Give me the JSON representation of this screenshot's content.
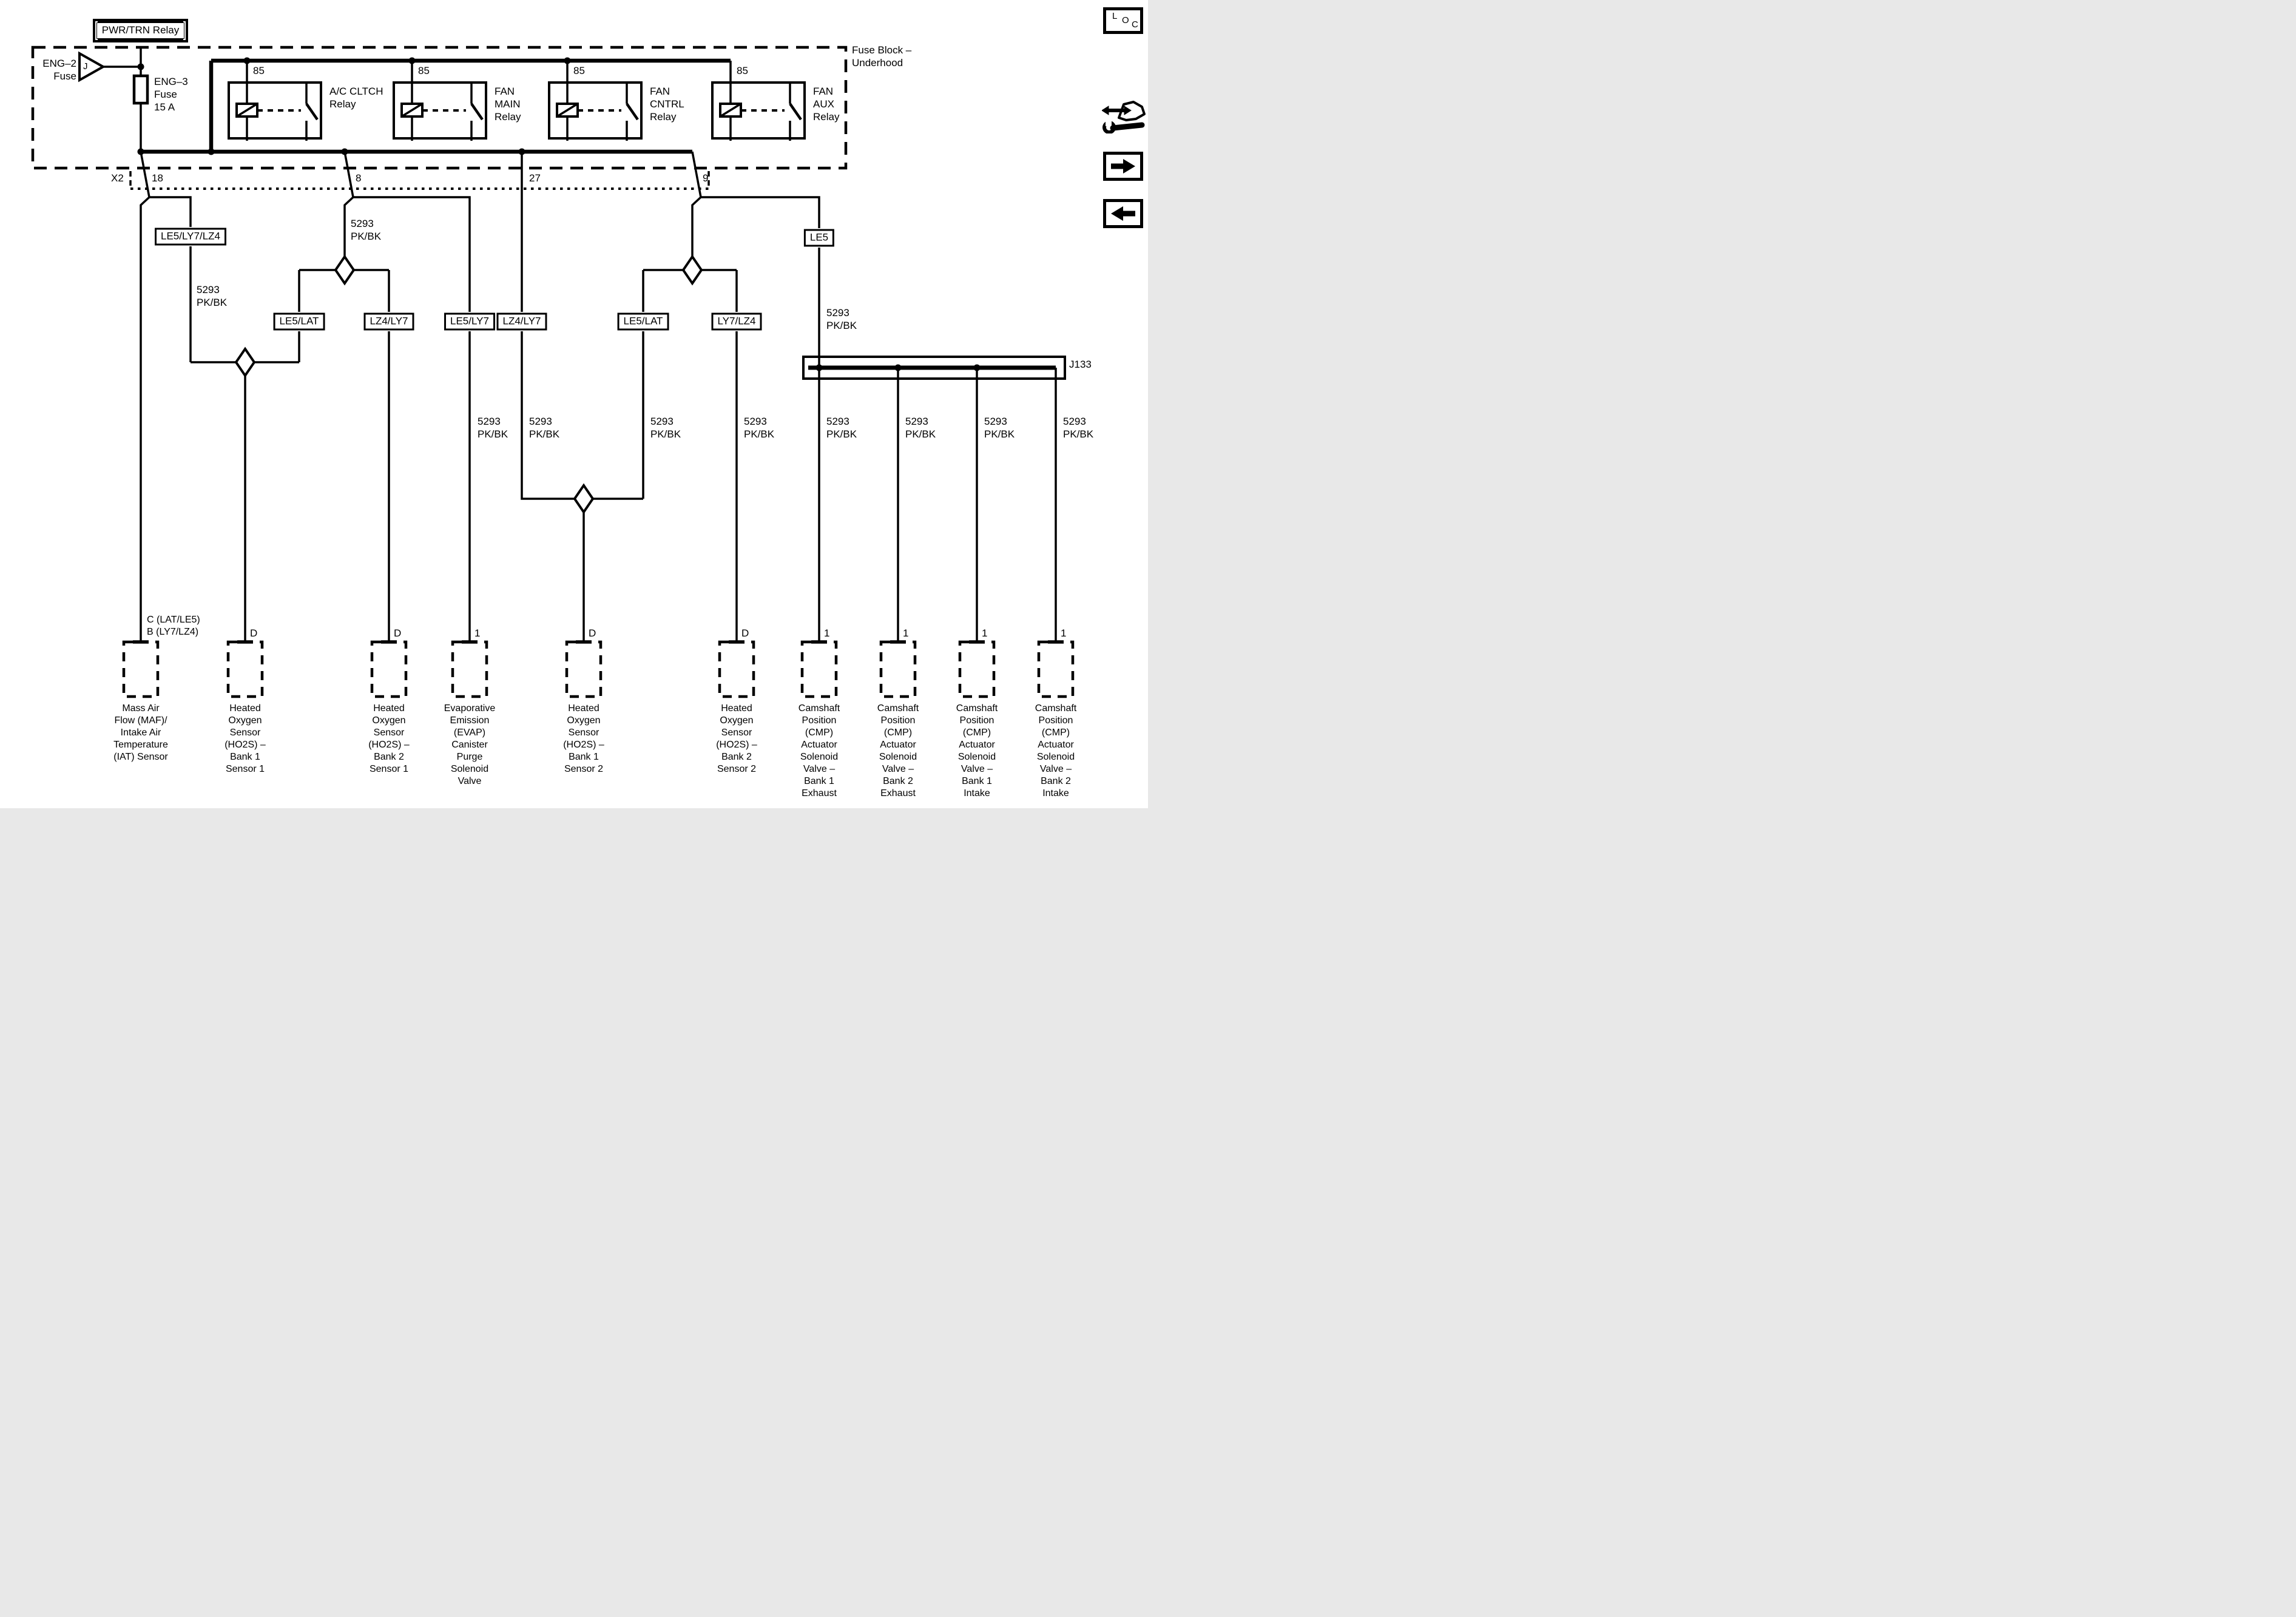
{
  "title": "PWR/TRN Relay",
  "loc_icon": {
    "l": "L",
    "o": "O",
    "c": "C"
  },
  "fuse_block": {
    "label": "Fuse Block –\nUnderhood",
    "eng2_fuse_label": "ENG–2\nFuse",
    "eng2_triangle_letter": "J",
    "eng3_fuse_label": "ENG–3\nFuse\n15 A",
    "relay_pin": "85",
    "relays": [
      "A/C CLTCH\nRelay",
      "FAN\nMAIN\nRelay",
      "FAN\nCNTRL\nRelay",
      "FAN\nAUX\nRelay"
    ]
  },
  "connector": {
    "name": "X2",
    "pins": [
      "18",
      "8",
      "27",
      "9"
    ]
  },
  "wire": {
    "circuit": "5293\nPK/BK"
  },
  "engine_tags": [
    "LE5/LY7/LZ4",
    "LE5/LAT",
    "LZ4/LY7",
    "LE5/LY7",
    "LZ4/LY7",
    "LE5/LAT",
    "LY7/LZ4",
    "LE5"
  ],
  "junction": "J133",
  "components": [
    {
      "pin": "C (LAT/LE5)\nB (LY7/LZ4)",
      "name": "Mass Air\nFlow (MAF)/\nIntake Air\nTemperature\n(IAT) Sensor"
    },
    {
      "pin": "D",
      "name": "Heated\nOxygen\nSensor\n(HO2S) –\nBank 1\nSensor 1"
    },
    {
      "pin": "D",
      "name": "Heated\nOxygen\nSensor\n(HO2S) –\nBank 2\nSensor 1"
    },
    {
      "pin": "1",
      "name": "Evaporative\nEmission\n(EVAP)\nCanister\nPurge\nSolenoid\nValve"
    },
    {
      "pin": "D",
      "name": "Heated\nOxygen\nSensor\n(HO2S) –\nBank 1\nSensor 2"
    },
    {
      "pin": "D",
      "name": "Heated\nOxygen\nSensor\n(HO2S) –\nBank 2\nSensor 2"
    },
    {
      "pin": "1",
      "name": "Camshaft\nPosition\n(CMP)\nActuator\nSolenoid\nValve –\nBank 1\nExhaust"
    },
    {
      "pin": "1",
      "name": "Camshaft\nPosition\n(CMP)\nActuator\nSolenoid\nValve –\nBank 2\nExhaust"
    },
    {
      "pin": "1",
      "name": "Camshaft\nPosition\n(CMP)\nActuator\nSolenoid\nValve –\nBank 1\nIntake"
    },
    {
      "pin": "1",
      "name": "Camshaft\nPosition\n(CMP)\nActuator\nSolenoid\nValve –\nBank 2\nIntake"
    }
  ]
}
